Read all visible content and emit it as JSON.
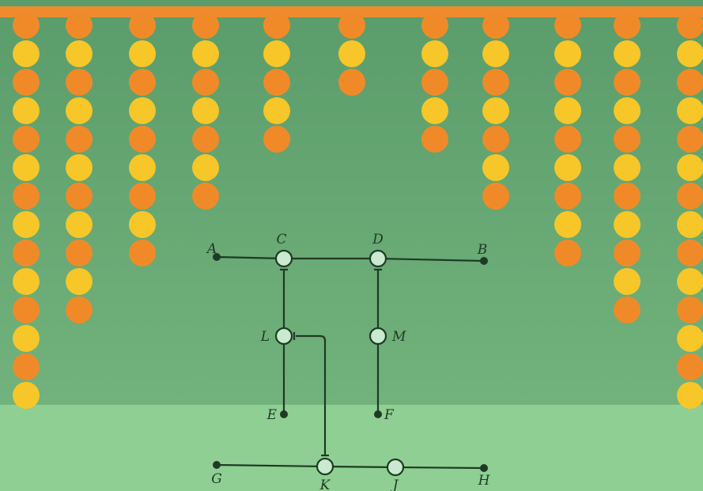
{
  "colors": {
    "page_background": "#8fcf93",
    "wall_top": "#5a9c6a",
    "wall_bottom": "#72b27c",
    "rail": "#ef8b2e",
    "bead_orange": "#f08a28",
    "bead_yellow": "#f7c628",
    "line": "#1f3a24",
    "open_node_fill": "#c9ead0"
  },
  "garland": {
    "strands": [
      {
        "beads": 14,
        "first": "orange"
      },
      {
        "beads": 11,
        "first": "orange"
      },
      {
        "beads": 9,
        "first": "orange"
      },
      {
        "beads": 7,
        "first": "orange"
      },
      {
        "beads": 5,
        "first": "orange"
      },
      {
        "beads": 3,
        "first": "orange"
      },
      {
        "beads": 5,
        "first": "orange"
      },
      {
        "beads": 7,
        "first": "orange"
      },
      {
        "beads": 9,
        "first": "orange"
      },
      {
        "beads": 11,
        "first": "orange"
      },
      {
        "beads": 14,
        "first": "orange"
      }
    ]
  },
  "circuit": {
    "nodes": [
      {
        "id": "A",
        "label": "A",
        "type": "terminal"
      },
      {
        "id": "C",
        "label": "C",
        "type": "switch"
      },
      {
        "id": "D",
        "label": "D",
        "type": "switch"
      },
      {
        "id": "B",
        "label": "B",
        "type": "terminal"
      },
      {
        "id": "L",
        "label": "L",
        "type": "switch"
      },
      {
        "id": "M",
        "label": "M",
        "type": "switch"
      },
      {
        "id": "E",
        "label": "E",
        "type": "terminal"
      },
      {
        "id": "F",
        "label": "F",
        "type": "terminal"
      },
      {
        "id": "G",
        "label": "G",
        "type": "terminal"
      },
      {
        "id": "K",
        "label": "K",
        "type": "switch"
      },
      {
        "id": "J",
        "label": "J",
        "type": "switch"
      },
      {
        "id": "H",
        "label": "H",
        "type": "terminal"
      }
    ],
    "edges": [
      {
        "from": "A",
        "to": "C"
      },
      {
        "from": "C",
        "to": "D"
      },
      {
        "from": "D",
        "to": "B"
      },
      {
        "from": "L",
        "to": "E"
      },
      {
        "from": "M",
        "to": "F"
      },
      {
        "from": "G",
        "to": "K"
      },
      {
        "from": "K",
        "to": "J"
      },
      {
        "from": "J",
        "to": "H"
      }
    ],
    "controls": [
      {
        "from": "C",
        "to": "L"
      },
      {
        "from": "D",
        "to": "M"
      },
      {
        "from": "K",
        "to": "L"
      }
    ]
  }
}
